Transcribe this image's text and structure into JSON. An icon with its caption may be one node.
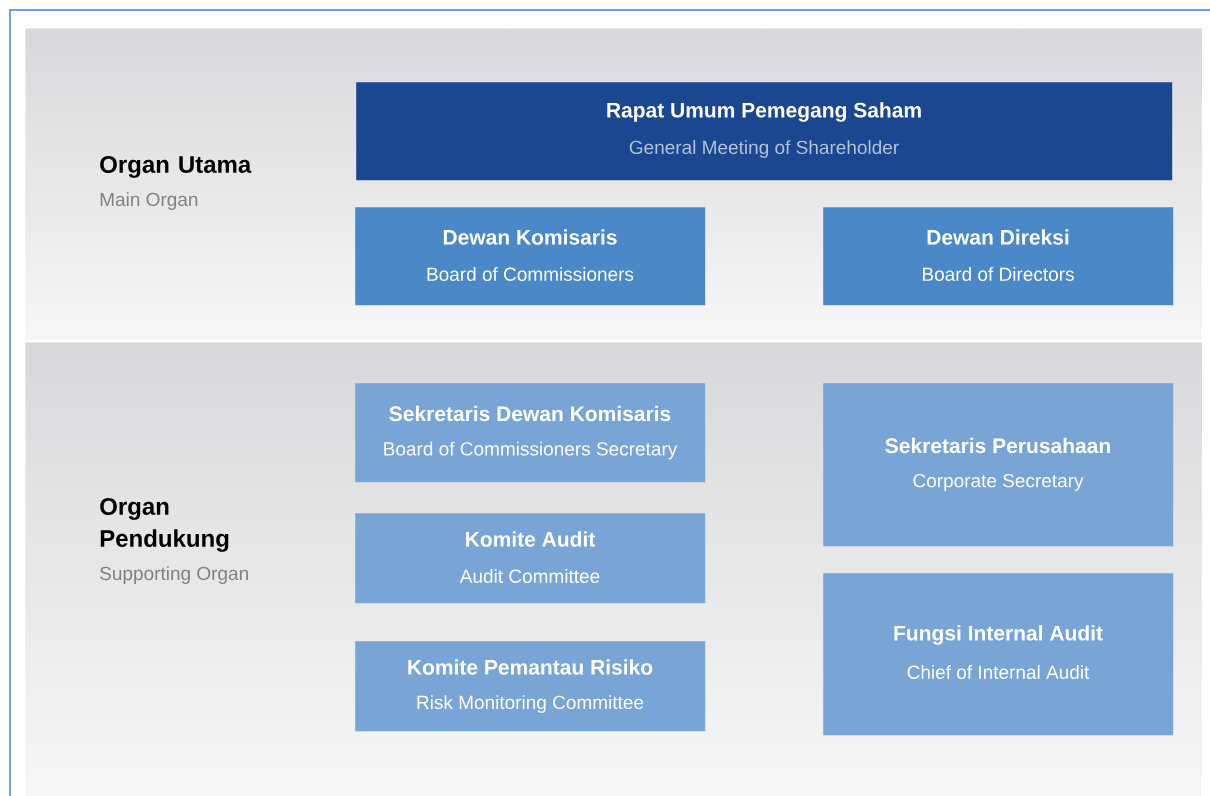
{
  "diagram": {
    "nodes": [
      {
        "text": [
          "Organ Utama",
          "Main Organ"
        ]
      },
      {
        "text": [
          "Rapat Umum Pemegang Saham",
          "General Meeting of Shareholder"
        ],
        "in": 0
      },
      {
        "text": [
          "Dewan Komisaris",
          "Board of Commissioners"
        ],
        "in": 0
      },
      {
        "text": [
          "Dewan Direksi",
          "Board of Directors"
        ],
        "in": 0
      },
      {
        "text": [
          "Organ Pendukung",
          "Supporting Organ"
        ]
      },
      {
        "text": [
          "Sekretaris Dewan Komisaris",
          "Board of Commissioners Secretary"
        ],
        "in": 4
      },
      {
        "text": [
          "Sekretaris Perusahaan",
          "Corporate Secretary"
        ],
        "in": 4
      },
      {
        "text": [
          "Komite Audit",
          "Audit Committee"
        ],
        "in": 4
      },
      {
        "text": [
          "Fungsi Internal Audit",
          "Chief of Internal Audit"
        ],
        "in": 4
      },
      {
        "text": [
          "Komite Pemantau Risiko",
          "Risk Monitoring Committee"
        ],
        "in": 4
      }
    ]
  }
}
